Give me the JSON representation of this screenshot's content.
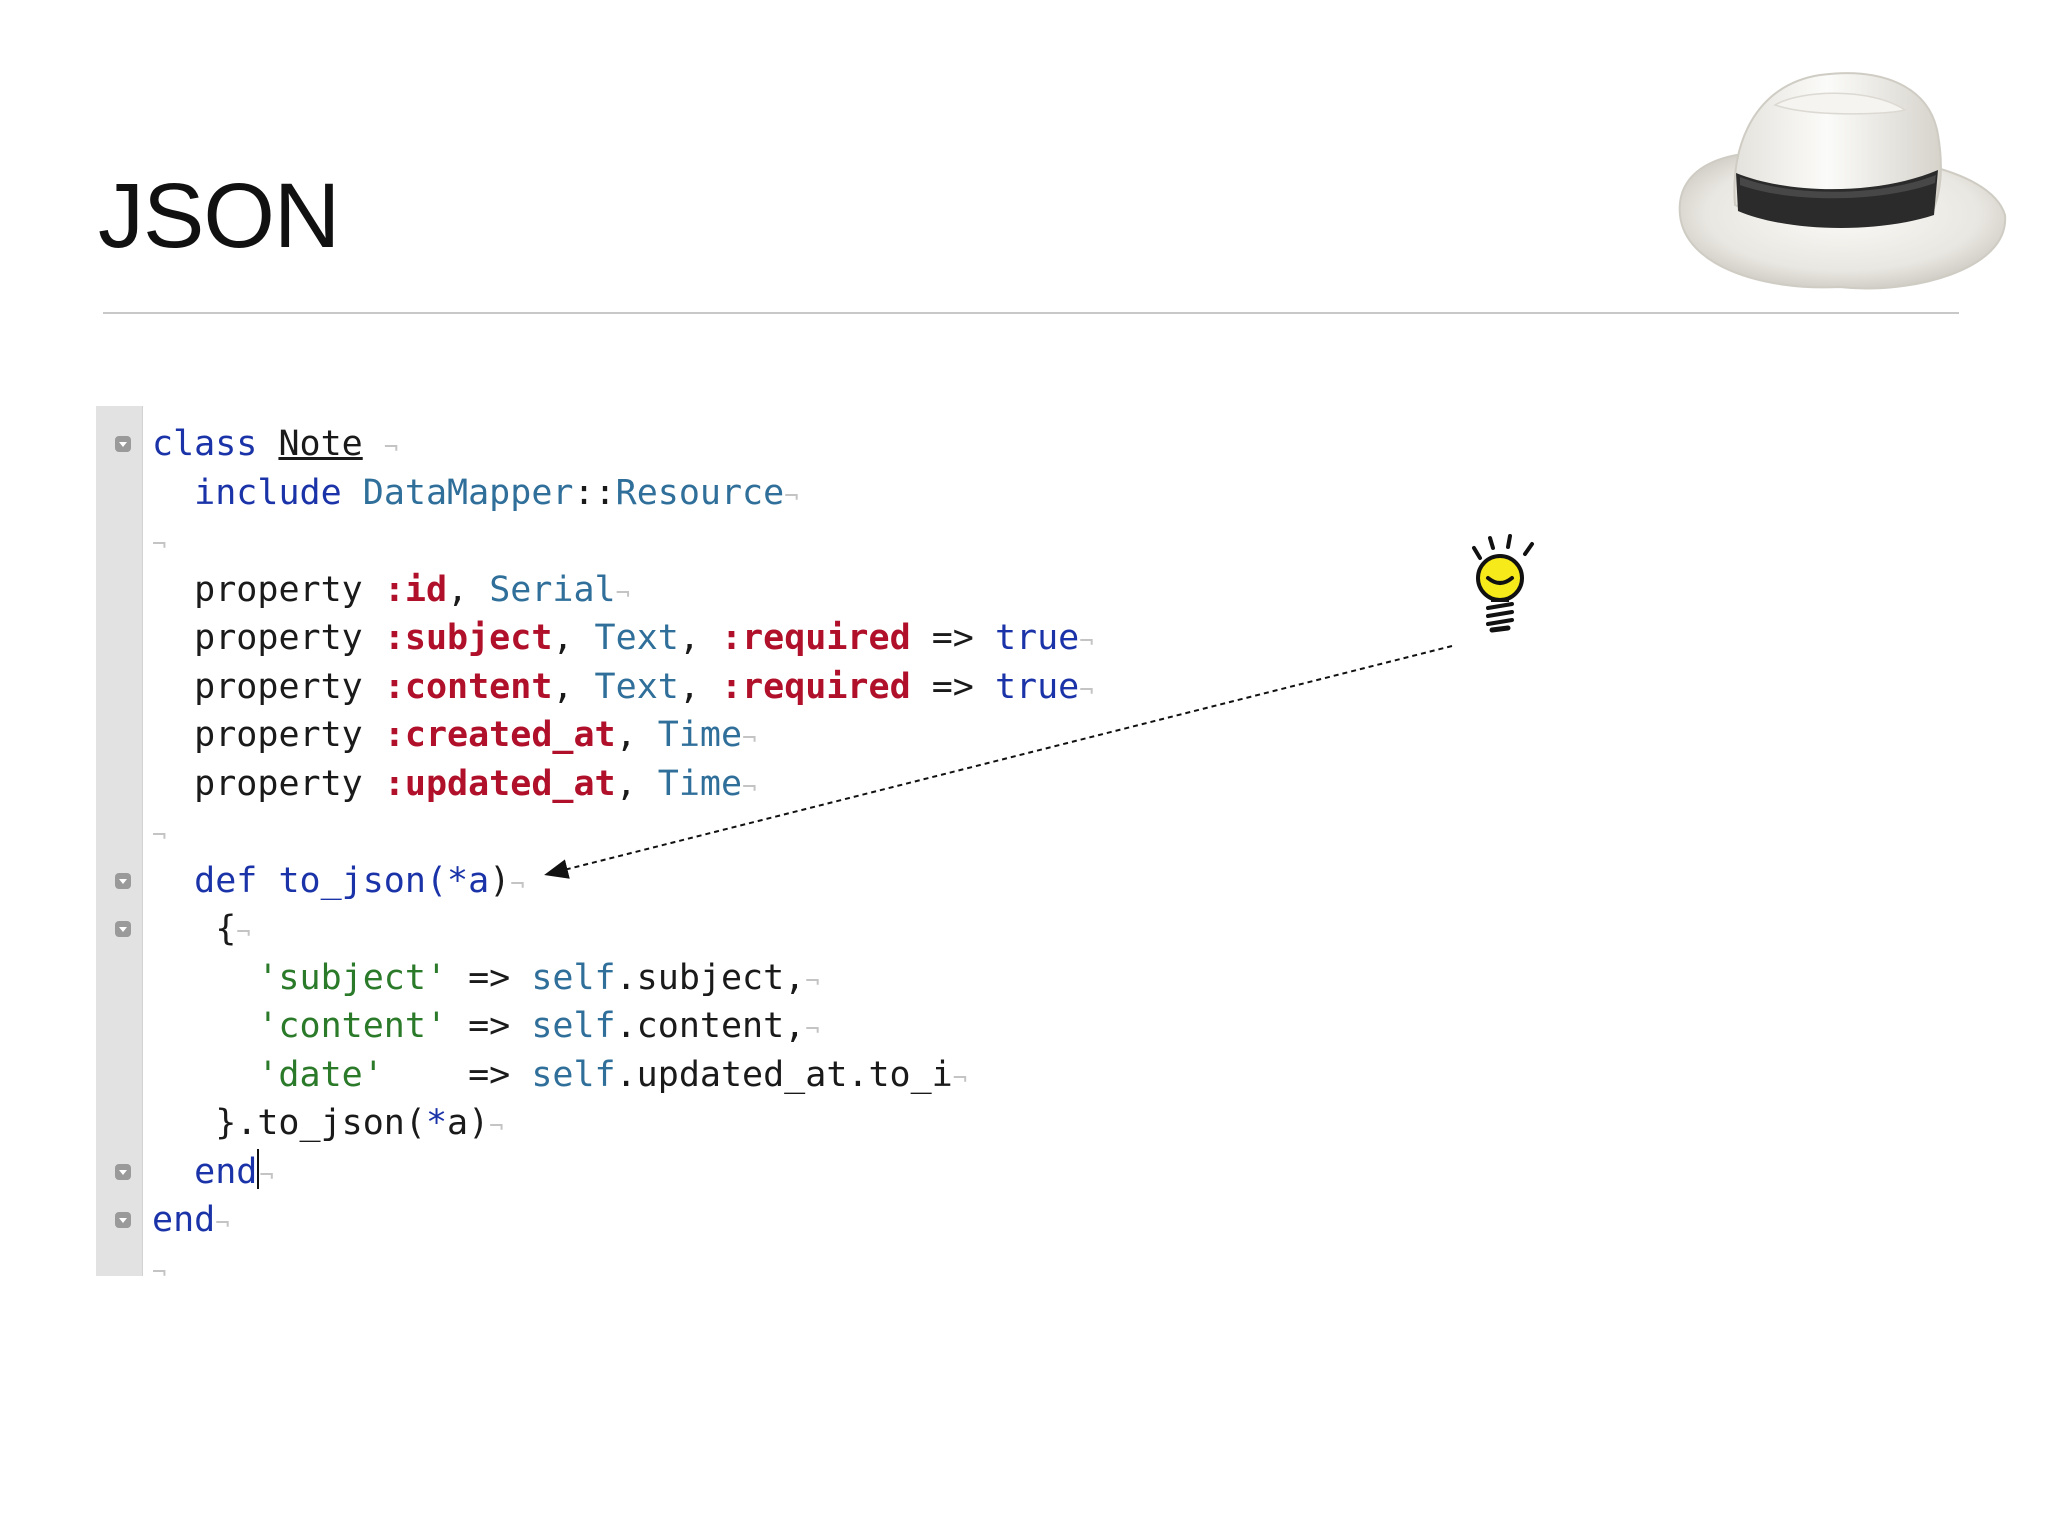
{
  "slide": {
    "title": "JSON"
  },
  "code": {
    "newline_marker": "¬",
    "lines": [
      {
        "indent": "",
        "segs": [
          {
            "t": "class",
            "c": "kw"
          },
          {
            "t": " "
          },
          {
            "t": "Note",
            "c": "cls"
          },
          {
            "t": " "
          }
        ],
        "fold": true
      },
      {
        "indent": "  ",
        "segs": [
          {
            "t": "include",
            "c": "kw"
          },
          {
            "t": " "
          },
          {
            "t": "DataMapper",
            "c": "const"
          },
          {
            "t": "::"
          },
          {
            "t": "Resource",
            "c": "const"
          }
        ]
      },
      {
        "indent": "",
        "segs": []
      },
      {
        "indent": "  ",
        "segs": [
          {
            "t": "property "
          },
          {
            "t": ":id",
            "c": "sym"
          },
          {
            "t": ", "
          },
          {
            "t": "Serial",
            "c": "const"
          }
        ]
      },
      {
        "indent": "  ",
        "segs": [
          {
            "t": "property "
          },
          {
            "t": ":subject",
            "c": "sym"
          },
          {
            "t": ", "
          },
          {
            "t": "Text",
            "c": "const"
          },
          {
            "t": ", "
          },
          {
            "t": ":required",
            "c": "sym"
          },
          {
            "t": " => "
          },
          {
            "t": "true",
            "c": "bool"
          }
        ]
      },
      {
        "indent": "  ",
        "segs": [
          {
            "t": "property "
          },
          {
            "t": ":content",
            "c": "sym"
          },
          {
            "t": ", "
          },
          {
            "t": "Text",
            "c": "const"
          },
          {
            "t": ", "
          },
          {
            "t": ":required",
            "c": "sym"
          },
          {
            "t": " => "
          },
          {
            "t": "true",
            "c": "bool"
          }
        ]
      },
      {
        "indent": "  ",
        "segs": [
          {
            "t": "property "
          },
          {
            "t": ":created_at",
            "c": "sym"
          },
          {
            "t": ", "
          },
          {
            "t": "Time",
            "c": "const"
          }
        ]
      },
      {
        "indent": "  ",
        "segs": [
          {
            "t": "property "
          },
          {
            "t": ":updated_at",
            "c": "sym"
          },
          {
            "t": ", "
          },
          {
            "t": "Time",
            "c": "const"
          }
        ]
      },
      {
        "indent": "",
        "segs": []
      },
      {
        "indent": "  ",
        "segs": [
          {
            "t": "def",
            "c": "kw"
          },
          {
            "t": " "
          },
          {
            "t": "to_json(",
            "c": "kw"
          },
          {
            "t": "*a",
            "c": "kw"
          },
          {
            "t": ")"
          }
        ],
        "fold": true
      },
      {
        "indent": "   ",
        "segs": [
          {
            "t": "{"
          }
        ],
        "fold": true
      },
      {
        "indent": "     ",
        "segs": [
          {
            "t": "'subject'",
            "c": "str"
          },
          {
            "t": " => "
          },
          {
            "t": "self",
            "c": "self"
          },
          {
            "t": ".subject,"
          }
        ]
      },
      {
        "indent": "     ",
        "segs": [
          {
            "t": "'content'",
            "c": "str"
          },
          {
            "t": " => "
          },
          {
            "t": "self",
            "c": "self"
          },
          {
            "t": ".content,"
          }
        ]
      },
      {
        "indent": "     ",
        "segs": [
          {
            "t": "'date'",
            "c": "str"
          },
          {
            "t": "    => "
          },
          {
            "t": "self",
            "c": "self"
          },
          {
            "t": ".updated_at.to_i"
          }
        ]
      },
      {
        "indent": "   ",
        "segs": [
          {
            "t": "}.to_json("
          },
          {
            "t": "*",
            "c": "kw"
          },
          {
            "t": "a)"
          }
        ]
      },
      {
        "indent": "  ",
        "segs": [
          {
            "t": "end",
            "c": "kw"
          }
        ],
        "fold": true,
        "cursor": true
      },
      {
        "indent": "",
        "segs": [
          {
            "t": "end",
            "c": "kw"
          }
        ],
        "fold": true
      },
      {
        "indent": "",
        "segs": []
      }
    ]
  },
  "icons": {
    "hat": "fedora-hat-icon",
    "bulb": "lightbulb-icon",
    "fold": "fold-toggle-icon"
  },
  "colors": {
    "keyword": "#1b33a8",
    "symbol": "#b0102a",
    "constant": "#2f6f9a",
    "string": "#2a7a2a",
    "gutter": "#e2e2e2"
  }
}
